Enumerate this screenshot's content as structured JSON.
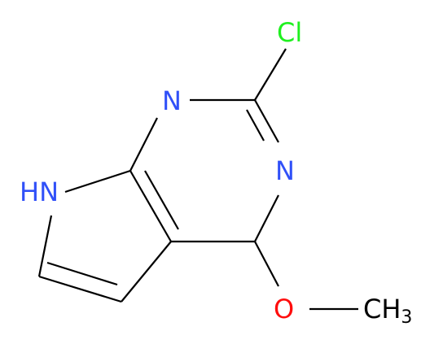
{
  "atoms": {
    "cl": "Cl",
    "n1": "N",
    "n3": "N",
    "nh": "HN",
    "o": "O",
    "ch3_main": "CH",
    "ch3_sub": "3"
  },
  "colors": {
    "carbon_bond": "#000000",
    "nitrogen": "#3050F8",
    "chlorine": "#1FF01F",
    "oxygen": "#FF0D0D",
    "carbon_label": "#000000"
  }
}
